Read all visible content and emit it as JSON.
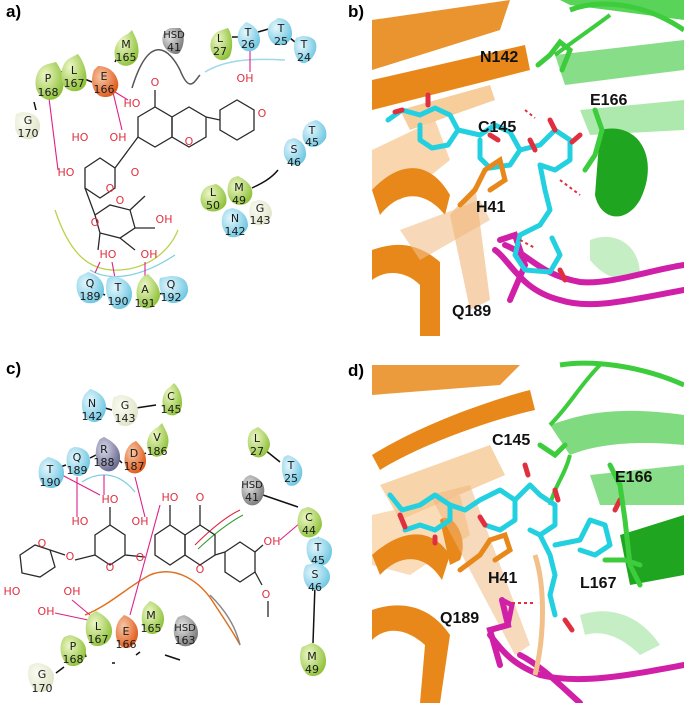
{
  "figure": {
    "panels": [
      {
        "id": "a",
        "label": "a)",
        "type": "2D interaction diagram"
      },
      {
        "id": "b",
        "label": "b)",
        "type": "3D binding pose"
      },
      {
        "id": "c",
        "label": "c)",
        "type": "2D interaction diagram"
      },
      {
        "id": "d",
        "label": "d)",
        "type": "3D binding pose"
      }
    ]
  },
  "colors": {
    "hydrophobic": "#b5d96a",
    "polar": "#8fd3ea",
    "negative": "#e87a4a",
    "positive": "#8a8aa8",
    "glycine": "#ecf0dc",
    "histidine": "#9a9a9a",
    "hbond": "#e0208a",
    "ligand_heteroatom": "#e03040",
    "ligand_carbon": "#2a2a2a",
    "protein_domain1": "#e8881a",
    "protein_domain2": "#3ccc3c",
    "loop": "#d020a8",
    "ligand_stick": "#22d0e0"
  },
  "panel_a": {
    "label": "a)",
    "residues": [
      {
        "name": "P",
        "num": "168",
        "type": "hydrophobic"
      },
      {
        "name": "L",
        "num": "167",
        "type": "hydrophobic"
      },
      {
        "name": "E",
        "num": "166",
        "type": "negative"
      },
      {
        "name": "M",
        "num": "165",
        "type": "hydrophobic"
      },
      {
        "name": "HSD",
        "num": "41",
        "type": "histidine"
      },
      {
        "name": "L",
        "num": "27",
        "type": "hydrophobic"
      },
      {
        "name": "T",
        "num": "26",
        "type": "polar"
      },
      {
        "name": "T",
        "num": "25",
        "type": "polar"
      },
      {
        "name": "T",
        "num": "24",
        "type": "polar"
      },
      {
        "name": "G",
        "num": "170",
        "type": "glycine"
      },
      {
        "name": "T",
        "num": "45",
        "type": "polar"
      },
      {
        "name": "S",
        "num": "46",
        "type": "polar"
      },
      {
        "name": "L",
        "num": "50",
        "type": "hydrophobic"
      },
      {
        "name": "M",
        "num": "49",
        "type": "hydrophobic"
      },
      {
        "name": "G",
        "num": "143",
        "type": "glycine"
      },
      {
        "name": "N",
        "num": "142",
        "type": "polar"
      },
      {
        "name": "Q",
        "num": "189",
        "type": "polar"
      },
      {
        "name": "T",
        "num": "190",
        "type": "polar"
      },
      {
        "name": "A",
        "num": "191",
        "type": "hydrophobic"
      },
      {
        "name": "Q",
        "num": "192",
        "type": "polar"
      }
    ],
    "atoms": {
      "oh": "OH",
      "ho": "HO",
      "o": "O"
    }
  },
  "panel_b": {
    "label": "b)",
    "residue_labels": [
      "N142",
      "E166",
      "C145",
      "H41",
      "Q189"
    ]
  },
  "panel_c": {
    "label": "c)",
    "residues": [
      {
        "name": "N",
        "num": "142",
        "type": "polar"
      },
      {
        "name": "G",
        "num": "143",
        "type": "glycine"
      },
      {
        "name": "C",
        "num": "145",
        "type": "hydrophobic"
      },
      {
        "name": "V",
        "num": "186",
        "type": "hydrophobic"
      },
      {
        "name": "R",
        "num": "188",
        "type": "positive"
      },
      {
        "name": "D",
        "num": "187",
        "type": "negative"
      },
      {
        "name": "Q",
        "num": "189",
        "type": "polar"
      },
      {
        "name": "T",
        "num": "190",
        "type": "polar"
      },
      {
        "name": "L",
        "num": "27",
        "type": "hydrophobic"
      },
      {
        "name": "T",
        "num": "25",
        "type": "polar"
      },
      {
        "name": "HSD",
        "num": "41",
        "type": "histidine"
      },
      {
        "name": "C",
        "num": "44",
        "type": "hydrophobic"
      },
      {
        "name": "T",
        "num": "45",
        "type": "polar"
      },
      {
        "name": "S",
        "num": "46",
        "type": "polar"
      },
      {
        "name": "M",
        "num": "49",
        "type": "hydrophobic"
      },
      {
        "name": "L",
        "num": "167",
        "type": "hydrophobic"
      },
      {
        "name": "E",
        "num": "166",
        "type": "negative"
      },
      {
        "name": "M",
        "num": "165",
        "type": "hydrophobic"
      },
      {
        "name": "HSD",
        "num": "163",
        "type": "histidine"
      },
      {
        "name": "P",
        "num": "168",
        "type": "hydrophobic"
      },
      {
        "name": "G",
        "num": "170",
        "type": "glycine"
      }
    ],
    "atoms": {
      "oh": "OH",
      "ho": "HO",
      "o": "O"
    }
  },
  "panel_d": {
    "label": "d)",
    "residue_labels": [
      "C145",
      "E166",
      "H41",
      "L167",
      "Q189"
    ]
  }
}
